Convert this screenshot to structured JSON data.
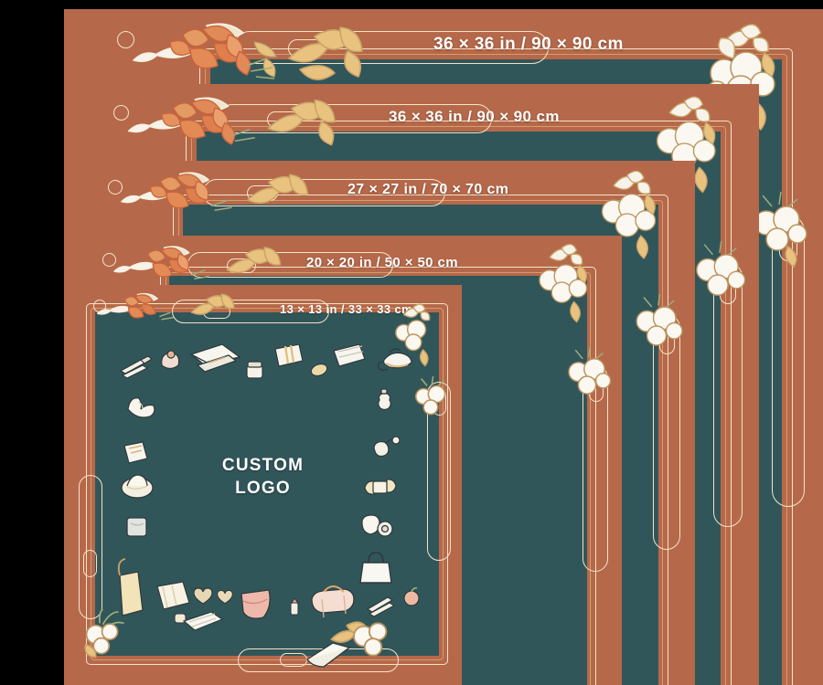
{
  "product": {
    "type": "jewelry-display-mat-size-chart",
    "center_logo_line1": "CUSTOM",
    "center_logo_line2": "LOGO"
  },
  "colors": {
    "background": "#000000",
    "border_terracotta": "#b5694a",
    "interior_teal": "#31565a",
    "gold_line": "#f6e3c8",
    "accent_line": "#d99b6c",
    "label_text": "#ffffff",
    "flower_orange": "#e08a58",
    "flower_white": "#f7f3ea",
    "leaf_gold": "#e8c27e"
  },
  "sizes": [
    {
      "id": "size-90",
      "label": "36 × 36 in / 90 × 90 cm",
      "inches": "36 × 36 in",
      "cm": "90 × 90 cm"
    },
    {
      "id": "size-90b",
      "label": "36 × 36 in / 90 × 90 cm",
      "inches": "36 × 36 in",
      "cm": "90 × 90 cm"
    },
    {
      "id": "size-70",
      "label": "27 × 27 in / 70 × 70 cm",
      "inches": "27 × 27 in",
      "cm": "70 × 70 cm"
    },
    {
      "id": "size-50",
      "label": "20 × 20 in / 50 × 50 cm",
      "inches": "20 × 20 in",
      "cm": "50 × 50 cm"
    },
    {
      "id": "size-33",
      "label": "13 × 13 in / 33 × 33 cm",
      "inches": "13 × 13 in",
      "cm": "33 × 33 cm"
    }
  ],
  "decor": {
    "top_left_cluster": "orange-lily-flower-cluster",
    "top_left_leaves": "gold-leaf-sprig",
    "top_right_cluster": "white-lily-flower-cluster",
    "right_cluster": "white-jasmine-flower-cluster",
    "bottom_left_cluster": "white-jasmine-flower-cluster",
    "bottom_cluster": "white-gold-lily-cluster"
  },
  "product_icons": [
    {
      "name": "makeup-brushes-icon"
    },
    {
      "name": "blush-compact-icon"
    },
    {
      "name": "clutch-envelope-bag-icon"
    },
    {
      "name": "cosmetic-jar-icon"
    },
    {
      "name": "gift-card-icon"
    },
    {
      "name": "soap-bar-icon"
    },
    {
      "name": "folded-linen-icon"
    },
    {
      "name": "teapot-icon"
    },
    {
      "name": "bow-hair-clip-icon"
    },
    {
      "name": "perfume-bottle-icon"
    },
    {
      "name": "notebook-icon"
    },
    {
      "name": "scent-diffuser-icon"
    },
    {
      "name": "sun-hat-icon"
    },
    {
      "name": "ribbon-bow-icon"
    },
    {
      "name": "cup-and-saucer-icon"
    },
    {
      "name": "handbag-icon"
    },
    {
      "name": "tote-bag-icon"
    },
    {
      "name": "candle-jar-icon"
    },
    {
      "name": "paper-bag-icon"
    },
    {
      "name": "folded-shirt-icon"
    },
    {
      "name": "heart-cookie-icon"
    },
    {
      "name": "heart-cookie-icon-2"
    },
    {
      "name": "macaron-icon"
    },
    {
      "name": "napkin-stack-icon"
    },
    {
      "name": "silk-scarf-icon"
    },
    {
      "name": "lipstick-icon"
    },
    {
      "name": "duffle-bag-icon"
    },
    {
      "name": "brush-set-icon"
    },
    {
      "name": "peach-soap-icon"
    },
    {
      "name": "rolled-towel-icon"
    }
  ]
}
